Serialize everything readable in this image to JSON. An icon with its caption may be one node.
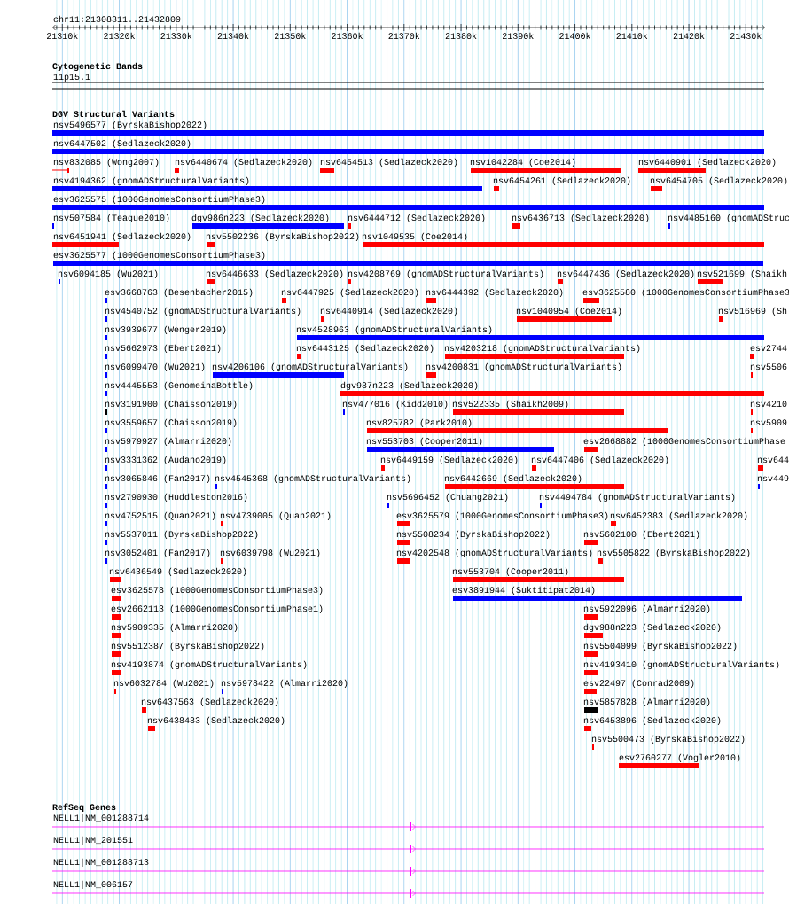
{
  "diagram": {
    "nodes": [
      {
        "text": [
          "nsv5496577 (ByrskaBishop2022)"
        ]
      },
      {
        "text": [
          "nsv6447502 (Sedlazeck2020)"
        ]
      },
      {
        "text": [
          "nsv832085 (Wong2007)"
        ]
      },
      {
        "text": [
          "nsv6440674 (Sedlazeck2020)"
        ]
      },
      {
        "text": [
          "nsv6454513 (Sedlazeck2020)"
        ]
      },
      {
        "text": [
          "nsv1042284 (Coe2014)"
        ]
      },
      {
        "text": [
          "nsv6440901 (Sedlazeck2020)"
        ]
      },
      {
        "text": [
          "nsv4194362 (gnomADStructuralVariants)"
        ]
      },
      {
        "text": [
          "nsv6454261 (Sedlazeck2020)"
        ]
      },
      {
        "text": [
          "nsv6454705 (Sedlazeck2020)"
        ]
      },
      {
        "text": [
          "esv3625575 (1000GenomesConsortiumPhase3)"
        ]
      },
      {
        "text": [
          "nsv507584 (Teague2010)"
        ]
      },
      {
        "text": [
          "dgv986n223 (Sedlazeck2020)"
        ]
      },
      {
        "text": [
          "nsv6444712 (Sedlazeck2020)"
        ]
      },
      {
        "text": [
          "nsv6436713 (Sedlazeck2020)"
        ]
      },
      {
        "text": [
          "nsv4485160 (gnomADStruc"
        ]
      },
      {
        "text": [
          "nsv6451941 (Sedlazeck2020)"
        ]
      },
      {
        "text": [
          "nsv5502236 (ByrskaBishop2022)"
        ]
      },
      {
        "text": [
          "nsv1049535 (Coe2014)"
        ]
      },
      {
        "text": [
          "esv3625577 (1000GenomesConsortiumPhase3)"
        ]
      },
      {
        "text": [
          "nsv6094185 (Wu2021)"
        ]
      },
      {
        "text": [
          "nsv6446633 (Sedlazeck2020)"
        ]
      },
      {
        "text": [
          "nsv4208769 (gnomADStructuralVariants)"
        ]
      },
      {
        "text": [
          "nsv6447436 (Sedlazeck2020)"
        ]
      },
      {
        "text": [
          "nsv521699 (Shaikh"
        ]
      },
      {
        "text": [
          "esv3668763 (Besenbacher2015)"
        ]
      },
      {
        "text": [
          "nsv6447925 (Sedlazeck2020)"
        ]
      },
      {
        "text": [
          "nsv6444392 (Sedlazeck2020)"
        ]
      },
      {
        "text": [
          "esv3625580 (1000GenomesConsortiumPhase3"
        ]
      },
      {
        "text": [
          "nsv4540752 (gnomADStructuralVariants)"
        ]
      },
      {
        "text": [
          "nsv6440914 (Sedlazeck2020)"
        ]
      },
      {
        "text": [
          "nsv1040954 (Coe2014)"
        ]
      },
      {
        "text": [
          "nsv516969 (Sh"
        ]
      },
      {
        "text": [
          "nsv3939677 (Wenger2019)"
        ]
      },
      {
        "text": [
          "nsv4528963 (gnomADStructuralVariants)"
        ]
      },
      {
        "text": [
          "nsv5662973 (Ebert2021)"
        ]
      },
      {
        "text": [
          "nsv6443125 (Sedlazeck2020)"
        ]
      },
      {
        "text": [
          "nsv4203218 (gnomADStructuralVariants)"
        ]
      },
      {
        "text": [
          "esv2744"
        ]
      },
      {
        "text": [
          "nsv6099470 (Wu2021)"
        ]
      },
      {
        "text": [
          "nsv4206106 (gnomADStructuralVariants)"
        ]
      },
      {
        "text": [
          "nsv4200831 (gnomADStructuralVariants)"
        ]
      },
      {
        "text": [
          "nsv5506"
        ]
      },
      {
        "text": [
          "nsv4445553 (GenomeinaBottle)"
        ]
      },
      {
        "text": [
          "dgv987n223 (Sedlazeck2020)"
        ]
      },
      {
        "text": [
          "nsv3191900 (Chaisson2019)"
        ]
      },
      {
        "text": [
          "nsv477016 (Kidd2010)"
        ]
      },
      {
        "text": [
          "nsv522335 (Shaikh2009)"
        ]
      },
      {
        "text": [
          "nsv4210"
        ]
      },
      {
        "text": [
          "nsv3559657 (Chaisson2019)"
        ]
      },
      {
        "text": [
          "nsv825782 (Park2010)"
        ]
      },
      {
        "text": [
          "nsv5909"
        ]
      },
      {
        "text": [
          "nsv5979927 (Almarri2020)"
        ]
      },
      {
        "text": [
          "nsv553703 (Cooper2011)"
        ]
      },
      {
        "text": [
          "esv2668882 (1000GenomesConsortiumPhase"
        ]
      },
      {
        "text": [
          "nsv3331362 (Audano2019)"
        ]
      },
      {
        "text": [
          "nsv6449159 (Sedlazeck2020)"
        ]
      },
      {
        "text": [
          "nsv6447406 (Sedlazeck2020)"
        ]
      },
      {
        "text": [
          "nsv644"
        ]
      },
      {
        "text": [
          "nsv3065846 (Fan2017)"
        ]
      },
      {
        "text": [
          "nsv4545368 (gnomADStructuralVariants)"
        ]
      },
      {
        "text": [
          "nsv6442669 (Sedlazeck2020)"
        ]
      },
      {
        "text": [
          "nsv449"
        ]
      },
      {
        "text": [
          "nsv2790930 (Huddleston2016)"
        ]
      },
      {
        "text": [
          "nsv5696452 (Chuang2021)"
        ]
      },
      {
        "text": [
          "nsv4494784 (gnomADStructuralVariants)"
        ]
      },
      {
        "text": [
          "nsv4752515 (Quan2021)"
        ]
      },
      {
        "text": [
          "nsv4739005 (Quan2021)"
        ]
      },
      {
        "text": [
          "esv3625579 (1000GenomesConsortiumPhase3)"
        ]
      },
      {
        "text": [
          "nsv6452383 (Sedlazeck2020)"
        ]
      },
      {
        "text": [
          "nsv5537011 (ByrskaBishop2022)"
        ]
      },
      {
        "text": [
          "nsv5508234 (ByrskaBishop2022)"
        ]
      },
      {
        "text": [
          "nsv5602100 (Ebert2021)"
        ]
      },
      {
        "text": [
          "nsv3052401 (Fan2017)"
        ]
      },
      {
        "text": [
          "nsv6039798 (Wu2021)"
        ]
      },
      {
        "text": [
          "nsv4202548 (gnomADStructuralVariants)"
        ]
      },
      {
        "text": [
          "nsv5505822 (ByrskaBishop2022)"
        ]
      },
      {
        "text": [
          "nsv6436549 (Sedlazeck2020)"
        ]
      },
      {
        "text": [
          "nsv553704 (Cooper2011)"
        ]
      },
      {
        "text": [
          "esv3625578 (1000GenomesConsortiumPhase3)"
        ]
      },
      {
        "text": [
          "esv3891944 (Suktitipat2014)"
        ]
      },
      {
        "text": [
          "esv2662113 (1000GenomesConsortiumPhase1)"
        ]
      },
      {
        "text": [
          "nsv5922096 (Almarri2020)"
        ]
      },
      {
        "text": [
          "nsv5909335 (Almarri2020)"
        ]
      },
      {
        "text": [
          "dgv988n223 (Sedlazeck2020)"
        ]
      },
      {
        "text": [
          "nsv5512387 (ByrskaBishop2022)"
        ]
      },
      {
        "text": [
          "nsv5504099 (ByrskaBishop2022)"
        ]
      },
      {
        "text": [
          "nsv4193874 (gnomADStructuralVariants)"
        ]
      },
      {
        "text": [
          "nsv4193410 (gnomADStructuralVariants)"
        ]
      },
      {
        "text": [
          "nsv6032784 (Wu2021)"
        ]
      },
      {
        "text": [
          "nsv5978422 (Almarri2020)"
        ]
      },
      {
        "text": [
          "esv22497 (Conrad2009)"
        ]
      },
      {
        "text": [
          "nsv6437563 (Sedlazeck2020)"
        ]
      },
      {
        "text": [
          "nsv5857828 (Almarri2020)"
        ]
      },
      {
        "text": [
          "nsv6438483 (Sedlazeck2020)"
        ]
      },
      {
        "text": [
          "nsv6453896 (Sedlazeck2020)"
        ]
      },
      {
        "text": [
          "nsv5500473 (ByrskaBishop2022)"
        ]
      },
      {
        "text": [
          "esv2760277 (Vogler2010)"
        ]
      },
      {
        "text": [
          "NELL1|NM_001288714"
        ]
      },
      {
        "text": [
          "NELL1|NM_201551"
        ]
      },
      {
        "text": [
          "NELL1|NM_001288713"
        ]
      },
      {
        "text": [
          "NELL1|NM_006157"
        ]
      }
    ],
    "labels": [
      "chr11:21308311..21432809",
      "21310k",
      "21320k",
      "21330k",
      "21340k",
      "21350k",
      "21360k",
      "21370k",
      "21380k",
      "21390k",
      "21400k",
      "21410k",
      "21420k",
      "21430k",
      "Cytogenetic Bands",
      "11p15.1",
      "DGV Structural Variants",
      "RefSeq Genes"
    ]
  }
}
